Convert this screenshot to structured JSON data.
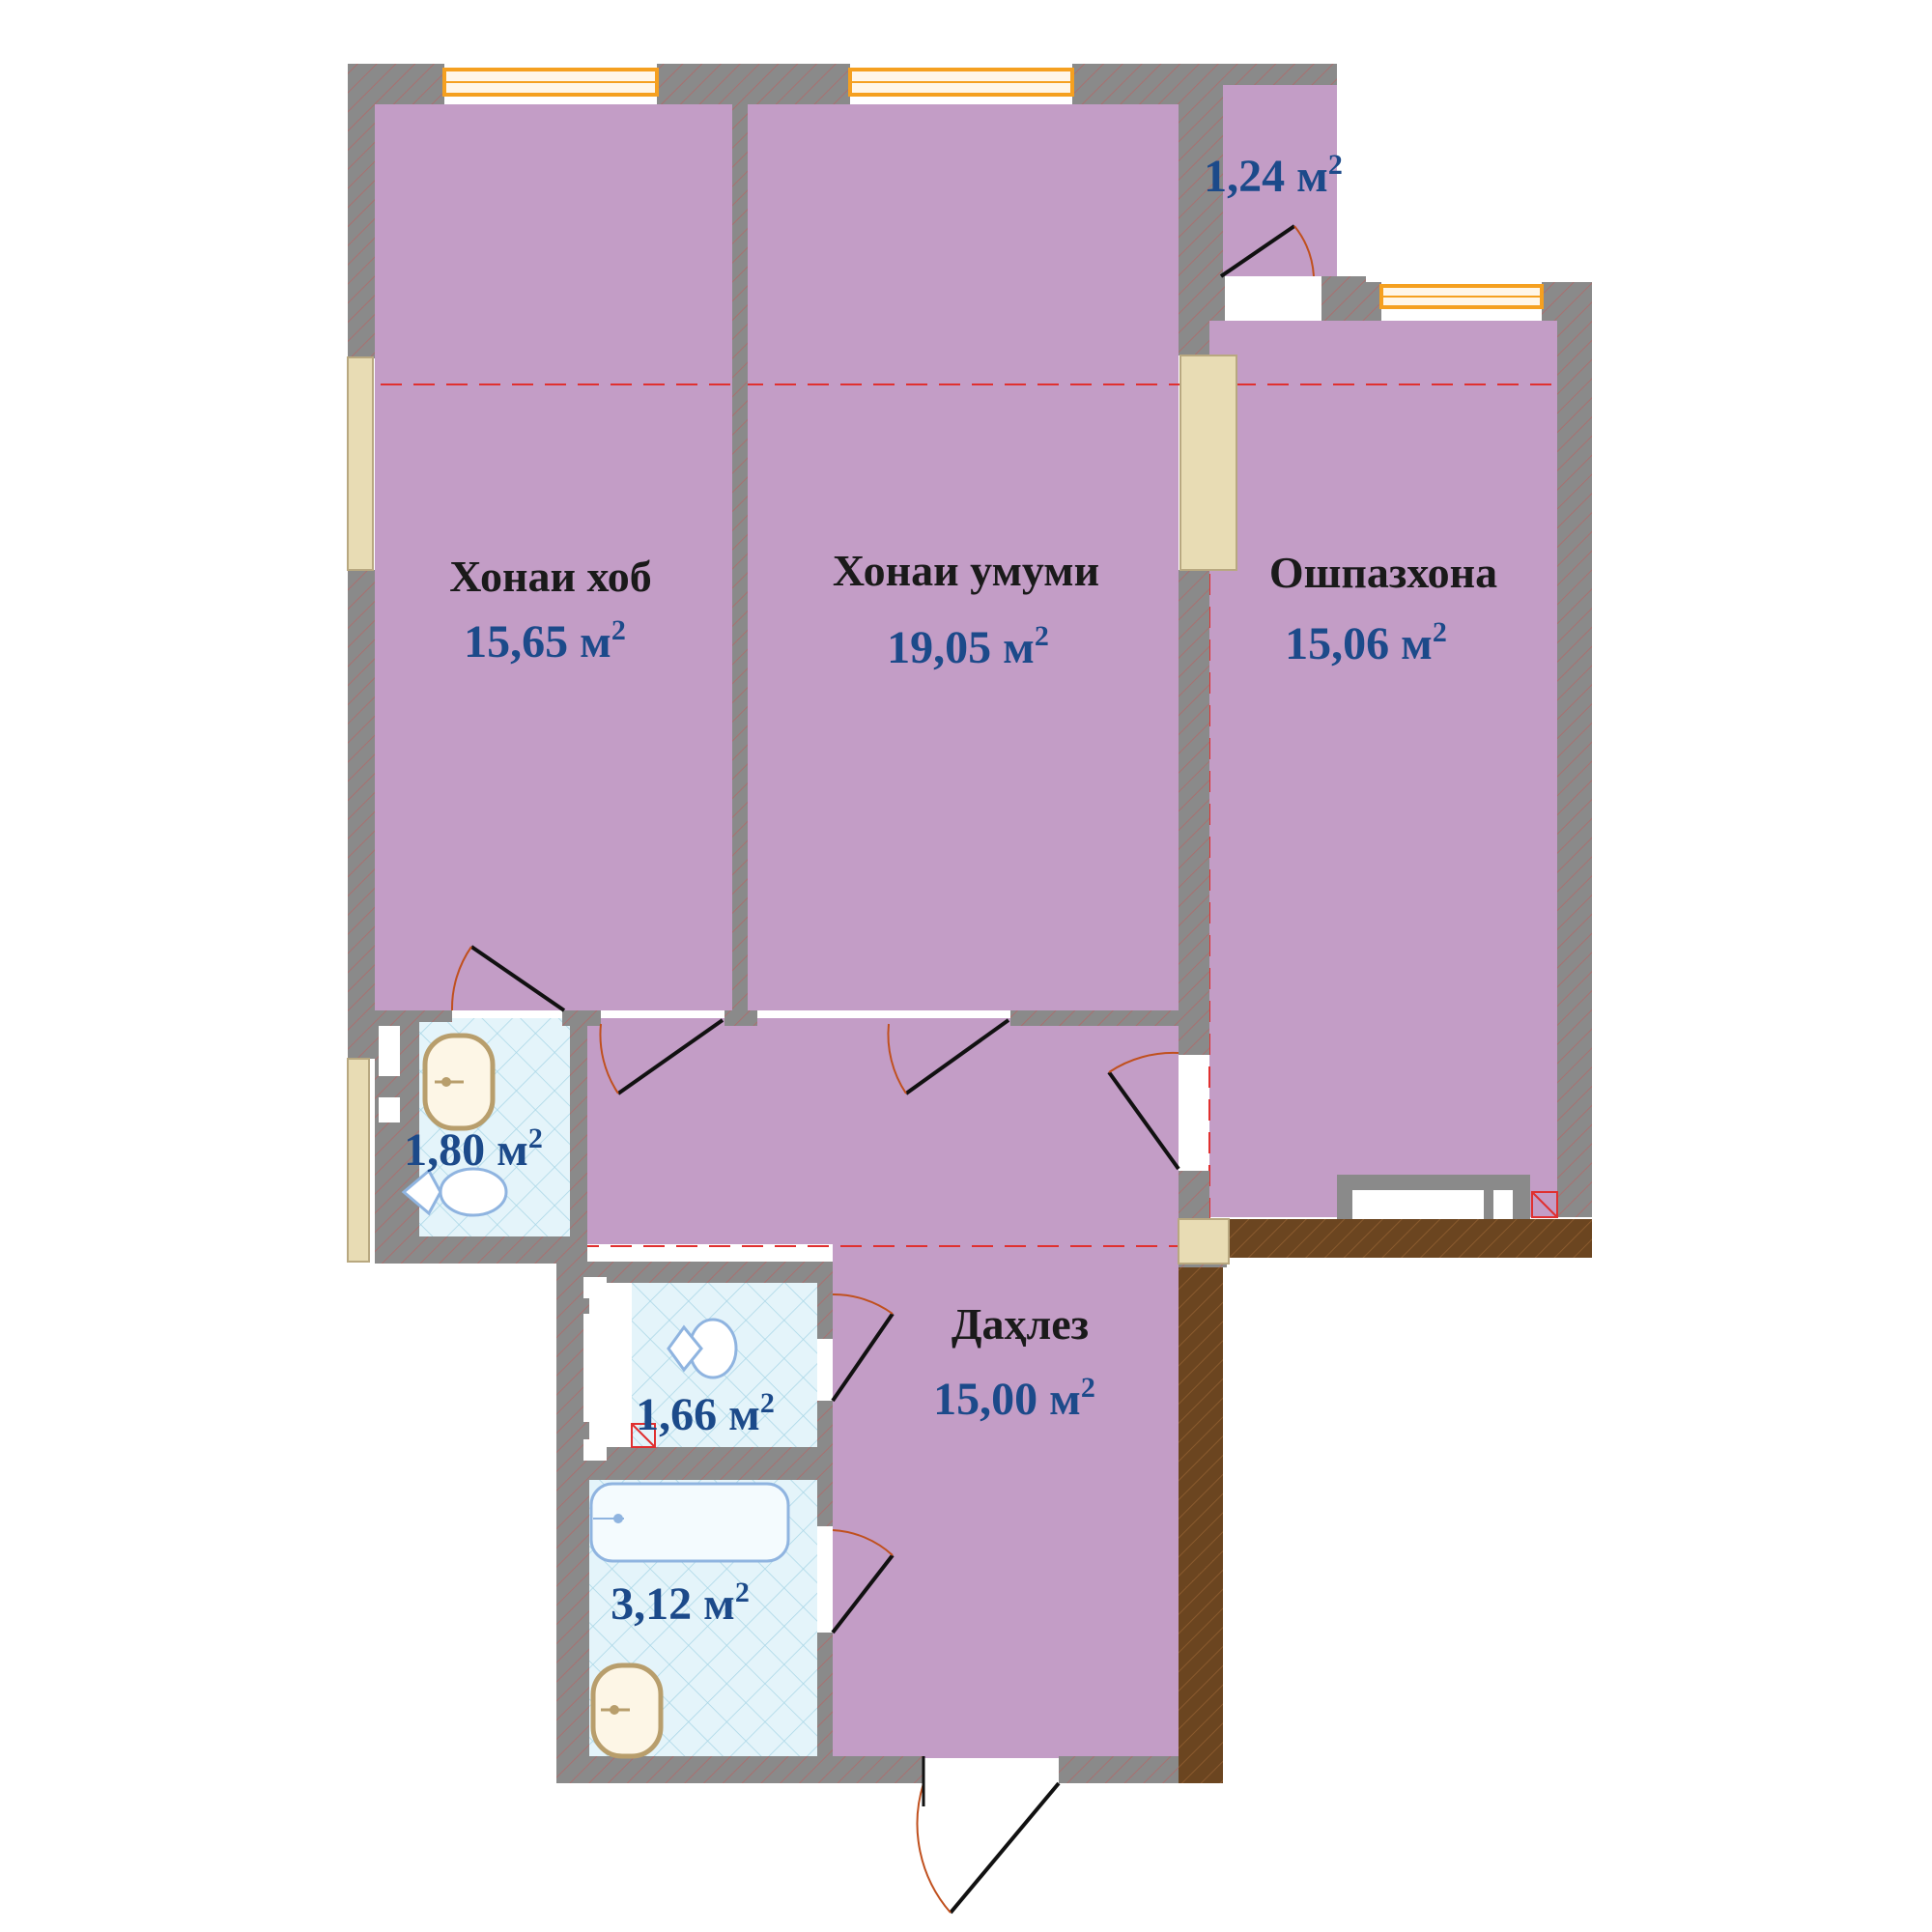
{
  "plan": {
    "unit": "м",
    "unit_sup": "2",
    "rooms": [
      {
        "id": "bedroom",
        "name": "Хонаи хоб",
        "area": "15,65"
      },
      {
        "id": "living",
        "name": "Хонаи умуми",
        "area": "19,05"
      },
      {
        "id": "kitchen",
        "name": "Ошпазхона",
        "area": "15,06"
      },
      {
        "id": "hallway",
        "name": "Даҳлез",
        "area": "15,00"
      },
      {
        "id": "balcony",
        "name": "",
        "area": "1,24"
      },
      {
        "id": "wc1",
        "name": "",
        "area": "1,80"
      },
      {
        "id": "wc2",
        "name": "",
        "area": "1,66"
      },
      {
        "id": "bath",
        "name": "",
        "area": "3,12"
      }
    ],
    "colors": {
      "room_fill": "#c39dc6",
      "wet_fill": "#e4f4fa",
      "wall": "#8a8a8a",
      "outer_wall_dark": "#6b4520",
      "window": "#f5a020",
      "door_arc": "#c0501e",
      "axis_line": "#e03030",
      "fixture": "#8fb4e0",
      "sink": "#b89e6c",
      "area_text": "#1c4a8a"
    }
  }
}
